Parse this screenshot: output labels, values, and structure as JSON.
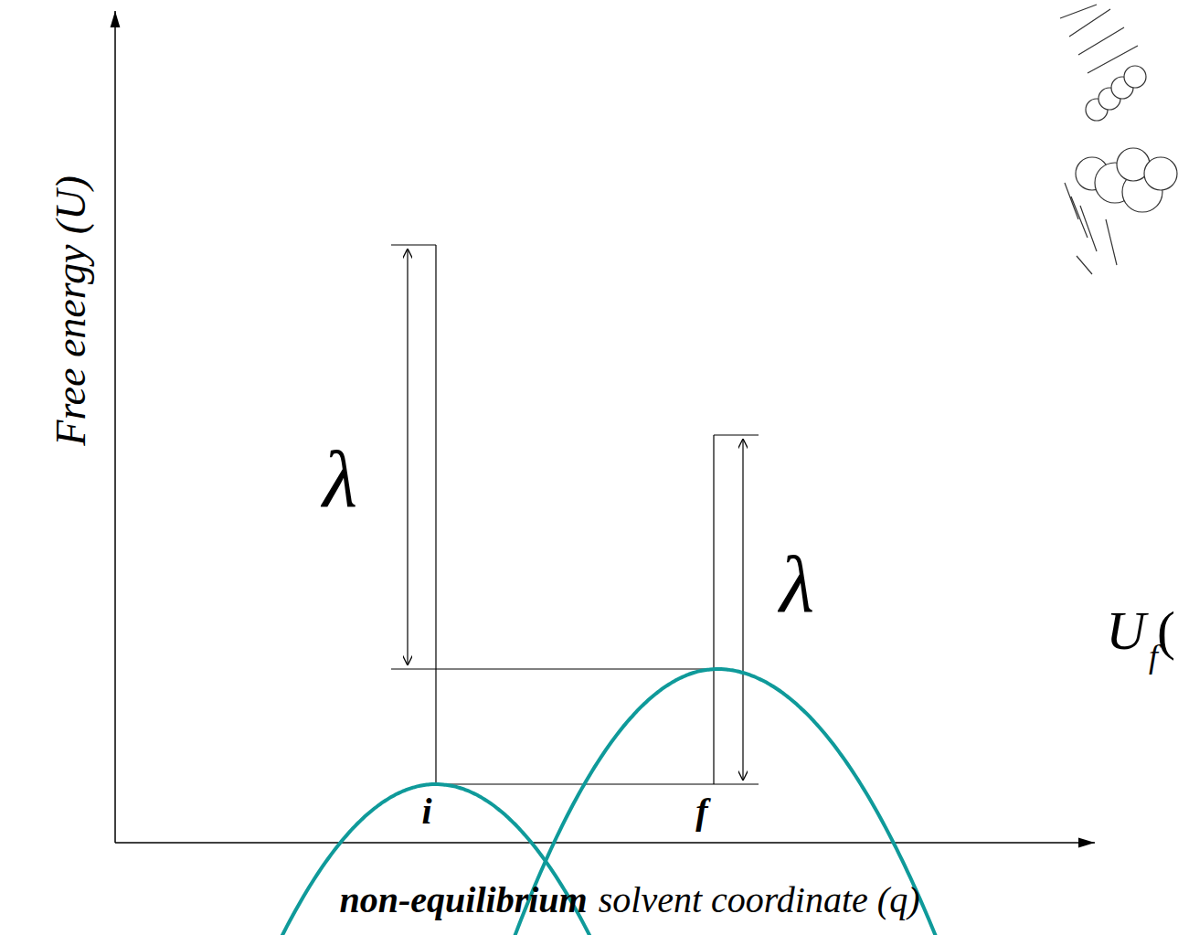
{
  "diagram": {
    "labels": [
      "Free energy (U)",
      "λ",
      "λ",
      "i",
      "f",
      "non-equilibrium",
      "solvent coordinate (q)",
      "U",
      "f",
      "("
    ]
  }
}
